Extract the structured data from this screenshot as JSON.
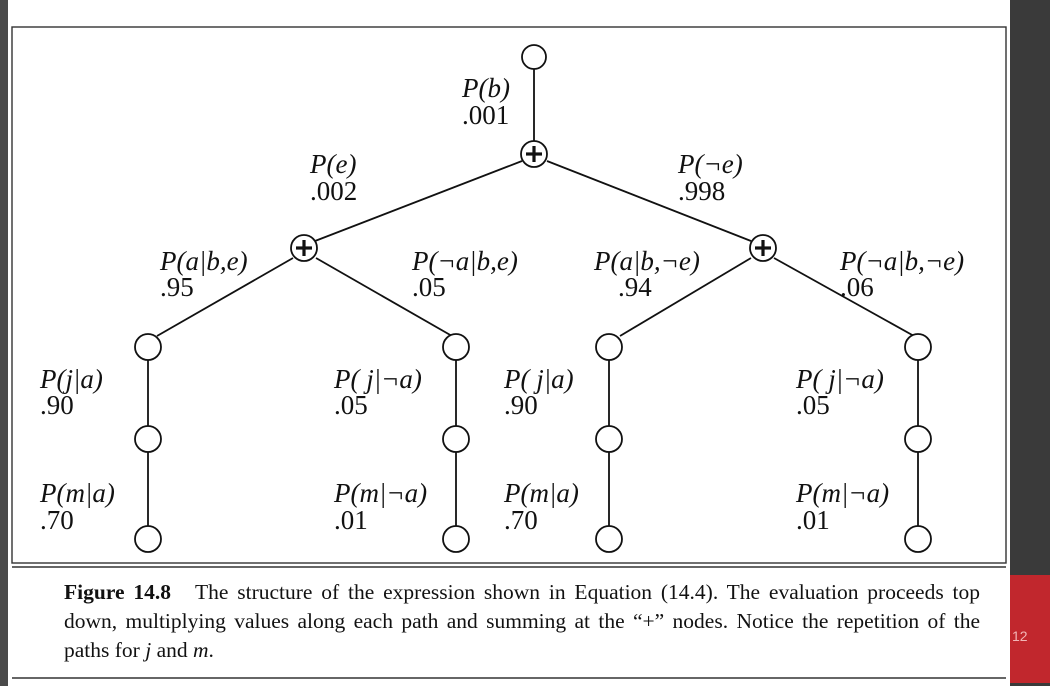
{
  "root": {
    "term": "P(b)",
    "value": ".001"
  },
  "level1": {
    "left": {
      "term": "P(e)",
      "value": ".002"
    },
    "right": {
      "term": "P(¬e)",
      "value": ".998"
    }
  },
  "level2": [
    {
      "term": "P(a|b,e)",
      "value": ".95"
    },
    {
      "term": "P(¬a|b,e)",
      "value": ".05"
    },
    {
      "term": "P(a|b,¬e)",
      "value": ".94"
    },
    {
      "term": "P(¬a|b,¬e)",
      "value": ".06"
    }
  ],
  "level3": [
    {
      "term": "P(j|a)",
      "value": ".90"
    },
    {
      "term": "P( j|¬a)",
      "value": ".05"
    },
    {
      "term": "P( j|a)",
      "value": ".90"
    },
    {
      "term": "P( j|¬a)",
      "value": ".05"
    }
  ],
  "level4": [
    {
      "term": "P(m|a)",
      "value": ".70"
    },
    {
      "term": "P(m|¬a)",
      "value": ".01"
    },
    {
      "term": "P(m|a)",
      "value": ".70"
    },
    {
      "term": "P(m|¬a)",
      "value": ".01"
    }
  ],
  "caption": {
    "label": "Figure 14.8",
    "text_1": "The structure of the expression shown in Equation (14.4). The evaluation proceeds top down, multiplying values along each path and summing at the “+” nodes. Notice the repetition of the paths for ",
    "var_j": "j",
    "and_word": " and ",
    "var_m": "m",
    "end": "."
  },
  "page_number": "12"
}
